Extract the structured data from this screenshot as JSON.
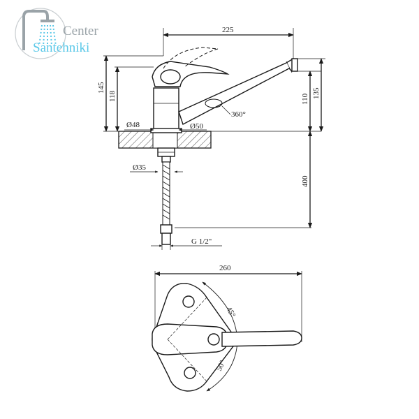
{
  "logo": {
    "line1": "Center",
    "line2": "Santehniki",
    "accent": "#5bc8e8",
    "gray": "#9aa3a8"
  },
  "dimensions": {
    "width_top": "225",
    "height_145": "145",
    "height_118": "118",
    "height_110": "110",
    "height_135": "135",
    "rotation": "360°",
    "d48": "Ø48",
    "d50": "Ø50",
    "d35": "Ø35",
    "hose_len": "400",
    "thread": "G 1/2\"",
    "width_bottom": "260",
    "angle_45": "45°",
    "angle_50": "50°"
  }
}
